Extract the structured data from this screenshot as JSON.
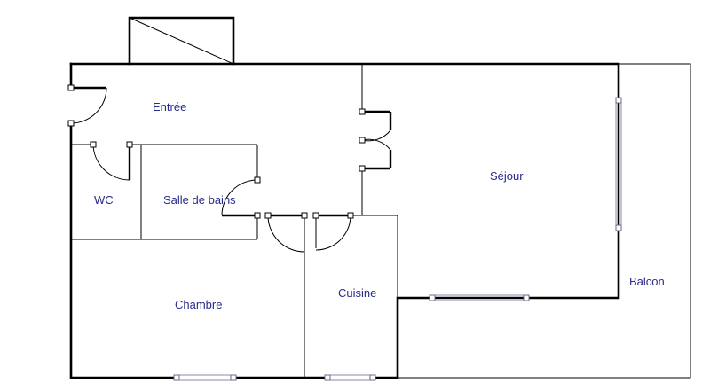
{
  "rooms": {
    "entree": "Entrée",
    "wc": "WC",
    "salle_de_bains": "Salle de bains",
    "sejour": "Séjour",
    "chambre": "Chambre",
    "cuisine": "Cuisine",
    "balcon": "Balcon"
  }
}
